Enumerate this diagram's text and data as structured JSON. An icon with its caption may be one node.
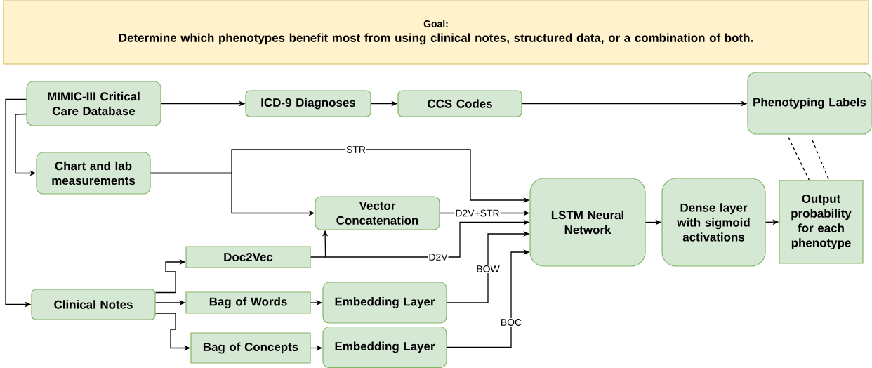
{
  "diagram": {
    "nodes": [
      {
        "text": [
          "Goal:",
          "Determine which phenotypes benefit most from using clinical notes, structured data, or a combination of both."
        ]
      },
      {
        "text": [
          "MIMIC-III Critical Care Database"
        ]
      },
      {
        "text": [
          "ICD-9 Diagnoses"
        ]
      },
      {
        "text": [
          "CCS Codes"
        ]
      },
      {
        "text": [
          "Phenotyping Labels"
        ]
      },
      {
        "text": [
          "Chart and lab measurements"
        ]
      },
      {
        "text": [
          "Vector Concatenation"
        ]
      },
      {
        "text": [
          "LSTM Neural Network"
        ]
      },
      {
        "text": [
          "Dense layer with sigmoid activations"
        ]
      },
      {
        "text": [
          "Output probability for each phenotype"
        ]
      },
      {
        "text": [
          "Doc2Vec"
        ]
      },
      {
        "text": [
          "Clinical Notes"
        ]
      },
      {
        "text": [
          "Bag of Words"
        ]
      },
      {
        "text": [
          "Embedding Layer"
        ]
      },
      {
        "text": [
          "Bag of Concepts"
        ]
      },
      {
        "text": [
          "Embedding Layer"
        ]
      }
    ],
    "edges": [
      {
        "from": 1,
        "to": 2,
        "arrow": "to"
      },
      {
        "from": 2,
        "to": 3,
        "arrow": "to"
      },
      {
        "from": 3,
        "to": 4,
        "arrow": "to"
      },
      {
        "from": 1,
        "to": 5,
        "arrow": "to"
      },
      {
        "from": 1,
        "to": 11,
        "arrow": "to"
      },
      {
        "from": 5,
        "to": 7,
        "arrow": "to",
        "label": "STR"
      },
      {
        "from": 5,
        "to": 6,
        "arrow": "to"
      },
      {
        "from": 6,
        "to": 7,
        "arrow": "to",
        "label": "D2V+STR"
      },
      {
        "from": 10,
        "to": 6,
        "arrow": "to"
      },
      {
        "from": 10,
        "to": 7,
        "arrow": "to",
        "label": "D2V"
      },
      {
        "from": 13,
        "to": 7,
        "arrow": "to",
        "label": "BOW"
      },
      {
        "from": 15,
        "to": 7,
        "arrow": "to",
        "label": "BOC"
      },
      {
        "from": 7,
        "to": 8,
        "arrow": "to"
      },
      {
        "from": 8,
        "to": 9,
        "arrow": "to"
      },
      {
        "from": 4,
        "to": 9,
        "arrow": "none",
        "style": "dashed"
      },
      {
        "from": 4,
        "to": 9,
        "arrow": "none",
        "style": "dashed"
      },
      {
        "from": 11,
        "to": 10,
        "arrow": "to"
      },
      {
        "from": 11,
        "to": 12,
        "arrow": "to"
      },
      {
        "from": 11,
        "to": 14,
        "arrow": "to"
      },
      {
        "from": 12,
        "to": 13,
        "arrow": "to"
      },
      {
        "from": 14,
        "to": 15,
        "arrow": "to"
      }
    ]
  }
}
